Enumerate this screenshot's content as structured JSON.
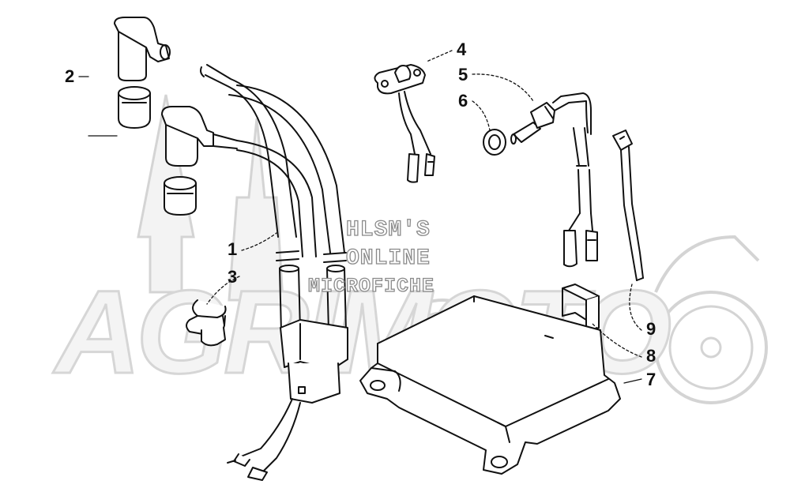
{
  "watermark": {
    "line1": "HLSM'S",
    "line2": "ONLINE",
    "line3": "MICROFICHE",
    "logo": "AGRIMOTO"
  },
  "callouts": {
    "c1": "1",
    "c2": "2",
    "c3": "3",
    "c4": "4",
    "c5": "5",
    "c6": "6",
    "c7": "7",
    "c8": "8",
    "c9": "9"
  },
  "colors": {
    "line": "#111111",
    "watermark": "#d6d6d6"
  }
}
